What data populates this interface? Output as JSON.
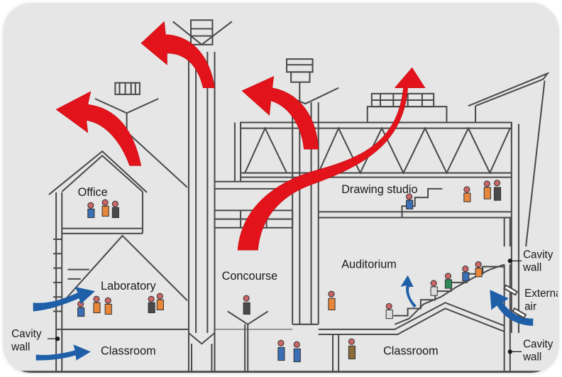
{
  "labels": {
    "office": "Office",
    "laboratory": "Laboratory",
    "classroom_left": "Classroom",
    "classroom_right": "Classroom",
    "concourse": "Concourse",
    "auditorium": "Auditorium",
    "drawing_studio": "Drawing studio",
    "cavity_wall_left_1": "Cavity",
    "cavity_wall_left_2": "wall",
    "cavity_wall_right_top_1": "Cavity",
    "cavity_wall_right_top_2": "wall",
    "cavity_wall_right_bottom_1": "Cavity",
    "cavity_wall_right_bottom_2": "wall",
    "external_air_1": "External",
    "external_air_2": "air"
  },
  "colors": {
    "background": "#e6e6e7",
    "structure": "#4a4a4a",
    "exhaust_air": "#e3131b",
    "fresh_air": "#1f5fa8"
  }
}
